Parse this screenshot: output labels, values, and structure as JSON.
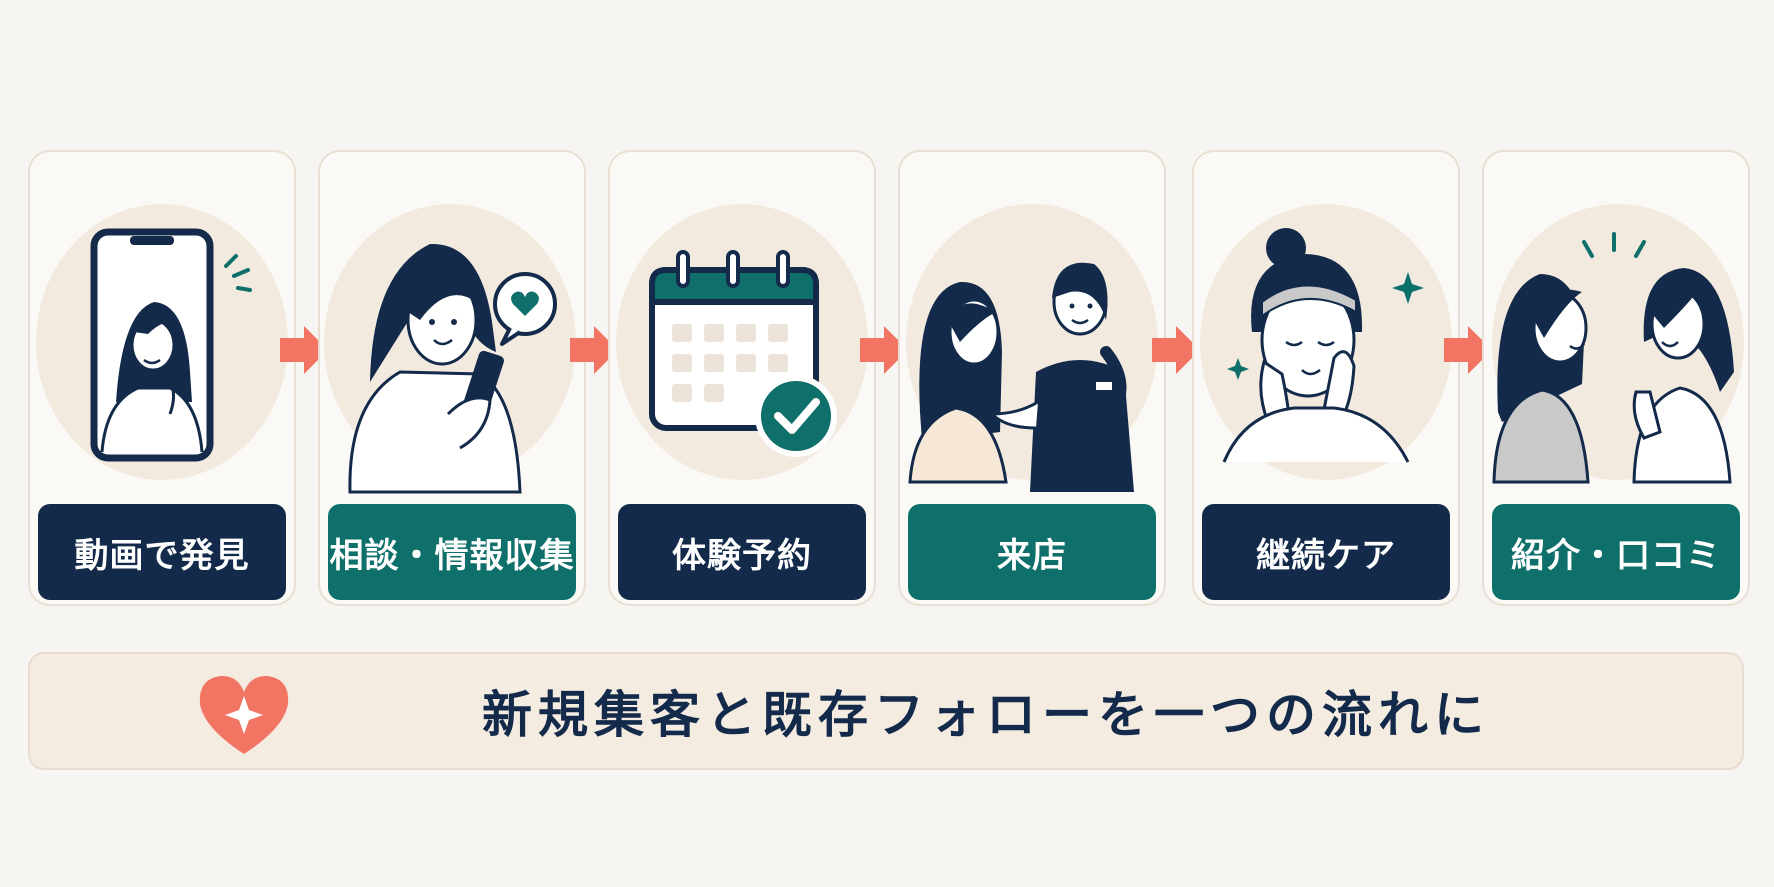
{
  "steps": [
    {
      "label": "動画で発見",
      "icon": "phone-video-icon"
    },
    {
      "label": "相談・情報収集",
      "icon": "smartphone-chat-icon"
    },
    {
      "label": "体験予約",
      "icon": "calendar-check-icon"
    },
    {
      "label": "来店",
      "icon": "salon-visit-icon"
    },
    {
      "label": "継続ケア",
      "icon": "skin-care-icon"
    },
    {
      "label": "紹介・口コミ",
      "icon": "word-of-mouth-icon"
    }
  ],
  "banner": {
    "text": "新規集客と既存フォローを一つの流れに",
    "icon": "heart-sparkle-icon"
  },
  "colors": {
    "navy": "#132a4a",
    "teal": "#0f6f6a",
    "arrow": "#f27563",
    "heart": "#f27563",
    "card_bg": "#fbf9f6",
    "blob": "#f2eadf"
  }
}
